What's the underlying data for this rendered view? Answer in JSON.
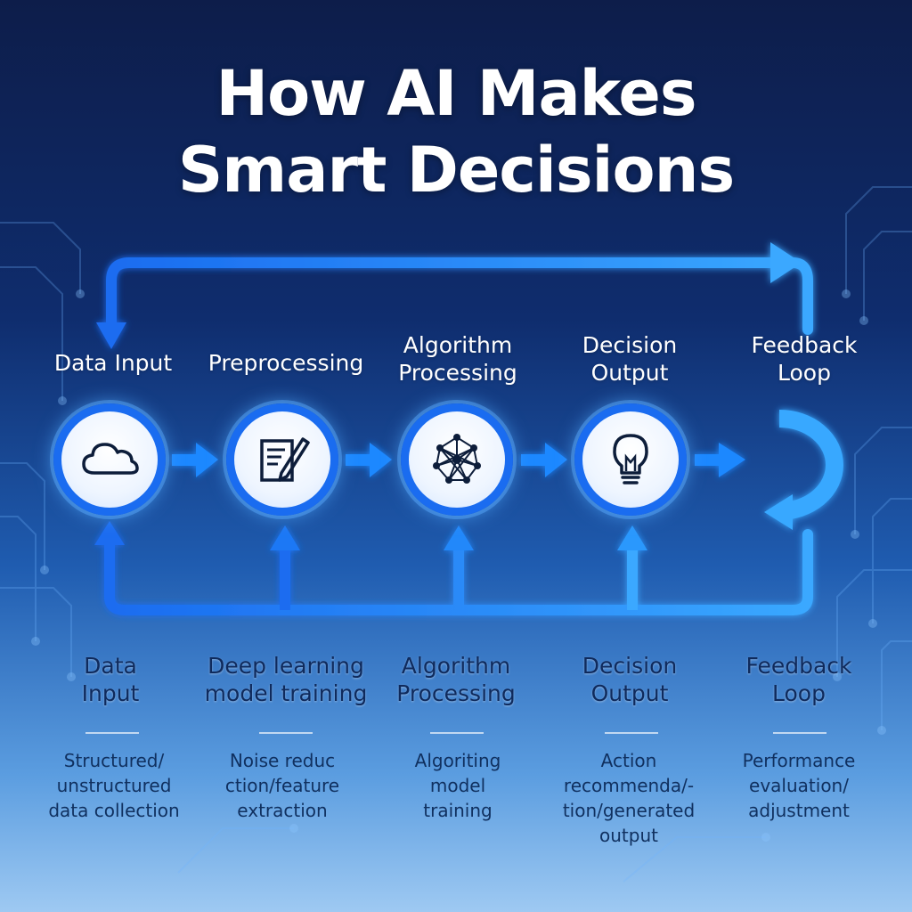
{
  "title": {
    "line1": "How AI Makes",
    "line2": "Smart Decisions"
  },
  "steps": [
    {
      "top_label": "Data Input",
      "mid_label": [
        "Data",
        "Input"
      ],
      "desc": [
        "Structured/",
        "unstructured",
        "data collection"
      ],
      "icon": "cloud-icon"
    },
    {
      "top_label": "Preprocessing",
      "mid_label": [
        "Deep learning",
        "model training"
      ],
      "desc": [
        "Noise reduc",
        "ction/feature",
        "extraction"
      ],
      "icon": "edit-document-icon"
    },
    {
      "top_label": [
        "Algorithm",
        "Processing"
      ],
      "mid_label": [
        "Algorithm",
        "Processing"
      ],
      "desc": [
        "Algoriting",
        "model",
        "training"
      ],
      "icon": "neural-network-icon"
    },
    {
      "top_label": [
        "Decision",
        "Output"
      ],
      "mid_label": [
        "Decision",
        "Output"
      ],
      "desc": [
        "Action",
        "recommenda/-",
        "tion/generated",
        "output"
      ],
      "icon": "lightbulb-icon"
    },
    {
      "top_label": [
        "Feedback",
        "Loop"
      ],
      "mid_label": [
        "Feedback",
        "Loop"
      ],
      "desc": [
        "Performance",
        "evaluation/",
        "adjustment"
      ],
      "icon": "loop-arrow-icon"
    }
  ],
  "colors": {
    "accent": "#1a6cf0",
    "accent_light": "#38a8ff",
    "node_fill": "#ffffff",
    "icon": "#0d1d3a"
  }
}
